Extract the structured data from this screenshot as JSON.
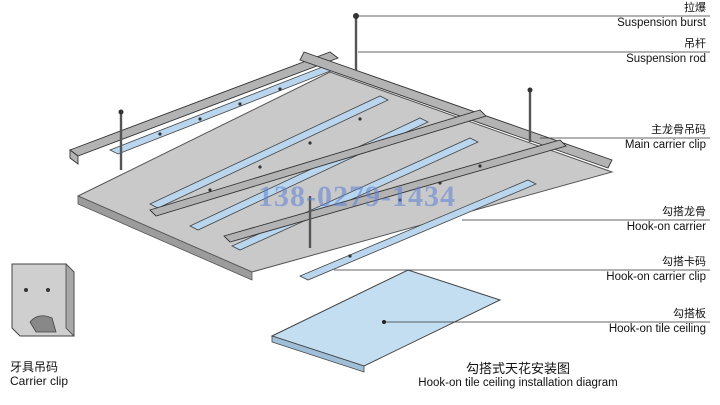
{
  "labels": {
    "suspension_burst": {
      "zh": "拉爆",
      "en": "Suspension burst"
    },
    "suspension_rod": {
      "zh": "吊杆",
      "en": "Suspension rod"
    },
    "main_carrier_clip": {
      "zh": "主龙骨吊码",
      "en": "Main carrier clip"
    },
    "hook_on_carrier": {
      "zh": "勾搭龙骨",
      "en": "Hook-on carrier"
    },
    "hook_on_carrier_clip": {
      "zh": "勾搭卡码",
      "en": "Hook-on carrier clip"
    },
    "hook_on_tile_ceiling": {
      "zh": "勾搭板",
      "en": "Hook-on tile ceiling"
    }
  },
  "carrier_clip": {
    "zh": "牙具吊码",
    "en": "Carrier clip"
  },
  "caption": {
    "zh": "勾搭式天花安装图",
    "en": "Hook-on tile ceiling installation diagram"
  },
  "watermark": "138-0279-1434",
  "colors": {
    "panel": "#c9c9c9",
    "carrier": "#b9d6ee",
    "frame": "#b3b3b3",
    "line": "#333333"
  }
}
